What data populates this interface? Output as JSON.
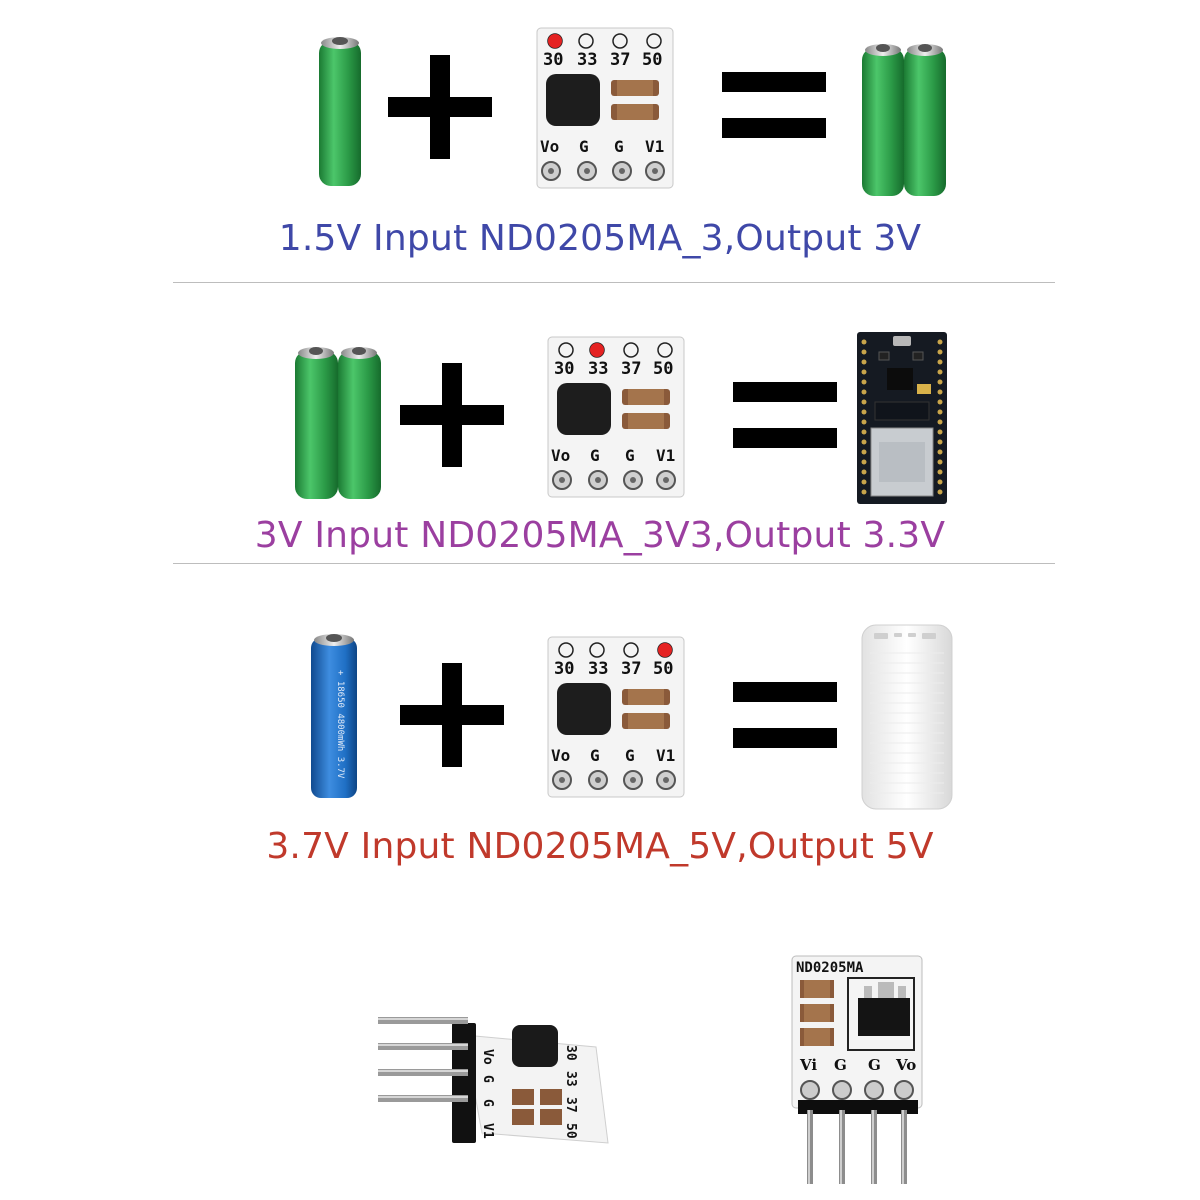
{
  "rows": [
    {
      "caption": "1.5V Input ND0205MA_3,Output 3V",
      "caption_color": "#3f48a8",
      "selected_pad": "30",
      "input_icon": "single-aa-battery-icon",
      "output_icon": "double-aa-battery-icon"
    },
    {
      "caption": "3V Input ND0205MA_3V3,Output 3.3V",
      "caption_color": "#9b3fa0",
      "selected_pad": "33",
      "input_icon": "double-aa-battery-icon",
      "output_icon": "esp32-board-icon"
    },
    {
      "caption": "3.7V Input ND0205MA_5V,Output 5V",
      "caption_color": "#c0392b",
      "selected_pad": "50",
      "input_icon": "li-ion-18650-battery-icon",
      "output_icon": "power-bank-icon"
    }
  ],
  "module": {
    "pad_labels": [
      "30",
      "33",
      "37",
      "50"
    ],
    "pin_labels": [
      "Vo",
      "G",
      "G",
      "V1"
    ],
    "selected_color": "#e52222"
  },
  "battery_18650": {
    "marking": "+ 18650 4800mWh 3.7V"
  },
  "bottom_module": {
    "title": "ND0205MA",
    "pin_labels": [
      "Vi",
      "G",
      "G",
      "Vo"
    ]
  },
  "colors": {
    "battery_green": "#2fa84f",
    "pcb_white": "#f4f4f4",
    "li_ion_blue": "#1f6fc4"
  }
}
